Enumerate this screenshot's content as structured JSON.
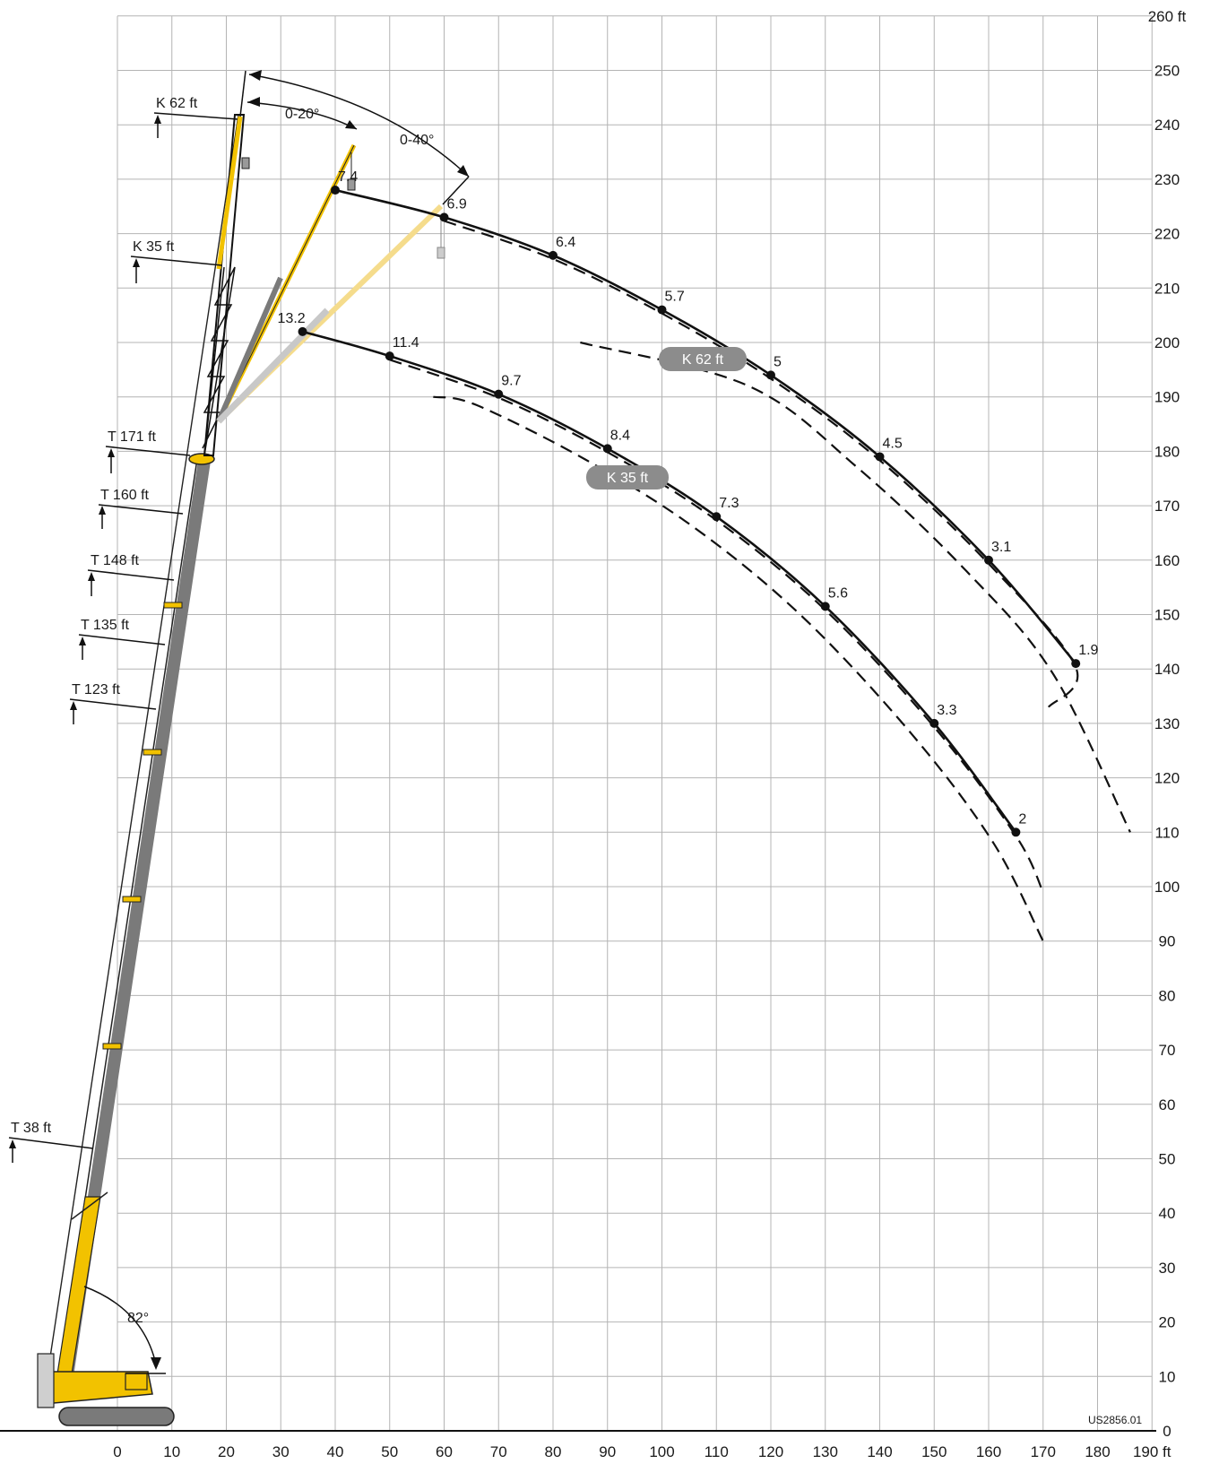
{
  "chart_data": {
    "type": "line",
    "title": "",
    "xlabel": "",
    "ylabel": "",
    "x_unit": "ft",
    "y_unit": "ft",
    "xlim": [
      -20,
      190
    ],
    "ylim": [
      0,
      260
    ],
    "x_ticks": [
      "0",
      "10",
      "20",
      "30",
      "40",
      "50",
      "60",
      "70",
      "80",
      "90",
      "100",
      "110",
      "120",
      "130",
      "140",
      "150",
      "160",
      "170",
      "180",
      "190 ft"
    ],
    "y_ticks": [
      "0",
      "10",
      "20",
      "30",
      "40",
      "50",
      "60",
      "70",
      "80",
      "90",
      "100",
      "110",
      "120",
      "130",
      "140",
      "150",
      "160",
      "170",
      "180",
      "190",
      "200",
      "210",
      "220",
      "230",
      "240",
      "250",
      "260 ft"
    ],
    "grid": true,
    "series": [
      {
        "name": "K 62 ft",
        "points": [
          {
            "x": 40,
            "y": 228,
            "label": "7.4"
          },
          {
            "x": 60,
            "y": 223,
            "label": "6.9"
          },
          {
            "x": 80,
            "y": 216,
            "label": "6.4"
          },
          {
            "x": 100,
            "y": 206,
            "label": "5.7"
          },
          {
            "x": 120,
            "y": 194,
            "label": "5"
          },
          {
            "x": 140,
            "y": 179,
            "label": "4.5"
          },
          {
            "x": 160,
            "y": 160,
            "label": "3.1"
          },
          {
            "x": 176,
            "y": 141,
            "label": "1.9"
          }
        ]
      },
      {
        "name": "K 35 ft",
        "points": [
          {
            "x": 34,
            "y": 202,
            "label": "13.2"
          },
          {
            "x": 50,
            "y": 197.5,
            "label": "11.4"
          },
          {
            "x": 70,
            "y": 190.5,
            "label": "9.7"
          },
          {
            "x": 90,
            "y": 180.5,
            "label": "8.4"
          },
          {
            "x": 110,
            "y": 168,
            "label": "7.3"
          },
          {
            "x": 130,
            "y": 151.5,
            "label": "5.6"
          },
          {
            "x": 150,
            "y": 130,
            "label": "3.3"
          },
          {
            "x": 165,
            "y": 110,
            "label": "2"
          }
        ]
      }
    ],
    "boom_labels": [
      "K 62 ft",
      "K 35 ft",
      "T 171 ft",
      "T 160 ft",
      "T 148 ft",
      "T 135 ft",
      "T 123 ft",
      "T 38 ft"
    ],
    "angle_labels": [
      "0-20°",
      "0-40°",
      "82°"
    ],
    "image_code": "US2856.01"
  },
  "colors": {
    "grid": "#b4b4b4",
    "curve": "#111111",
    "boom_grey": "#7a7a7a",
    "crane_yellow": "#f2c200",
    "jib_light_yellow": "#f5dc8c",
    "pill_bg": "#8c8c8c"
  }
}
